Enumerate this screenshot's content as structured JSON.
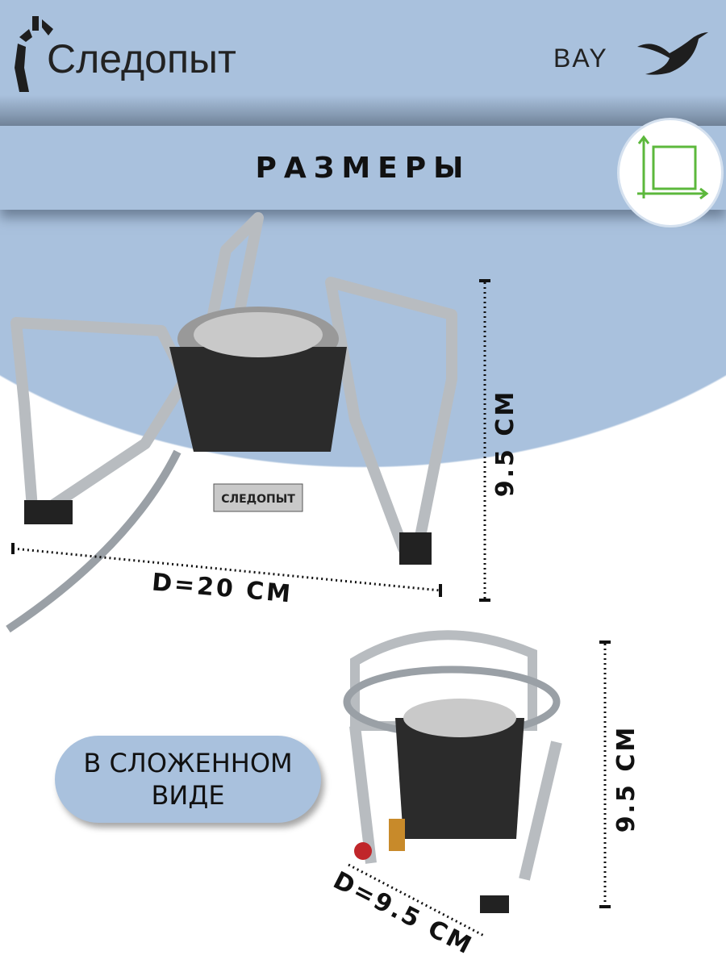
{
  "brand": {
    "name": "Следопыт",
    "partner": "BAY"
  },
  "header": {
    "title": "РАЗМЕРЫ",
    "icon": "dimensions-icon"
  },
  "unfolded": {
    "diameter_label": "D=20 СМ",
    "height_label": "9.5 СМ",
    "product_label": "СЛЕДОПЫТ"
  },
  "folded": {
    "caption_line1": "В СЛОЖЕННОМ",
    "caption_line2": "ВИДЕ",
    "diameter_label": "D=9.5 СМ",
    "height_label": "9.5 СМ"
  },
  "colors": {
    "accent_blue": "#a9c1dd",
    "icon_green": "#5cb83c"
  }
}
